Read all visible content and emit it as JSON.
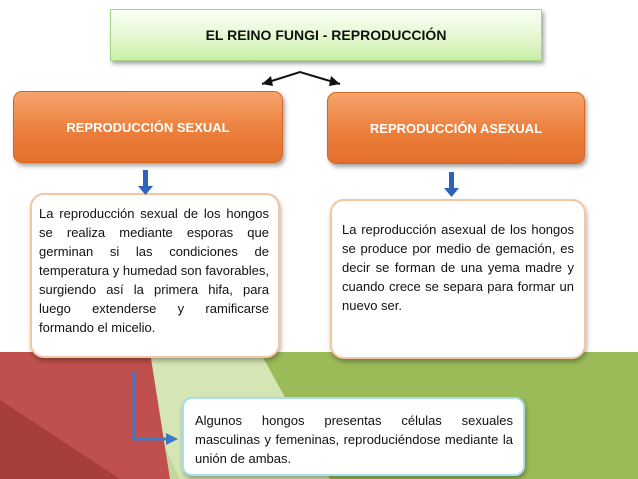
{
  "title": "EL REINO FUNGI - REPRODUCCIÓN",
  "sexual": {
    "heading": "REPRODUCCIÓN SEXUAL",
    "text": "La reproducción sexual de los hongos se realiza mediante esporas que germinan si las condiciones de temperatura y humedad son favorables, surgiendo así la primera hifa, para luego extenderse y ramificarse formando el micelio."
  },
  "asexual": {
    "heading": "REPRODUCCIÓN ASEXUAL",
    "text": "La reproducción asexual de los hongos se produce por medio de gemación, es decir se forman de una yema madre y cuando crece se separa para formar un nuevo ser."
  },
  "bottom_text": "Algunos hongos presentas células sexuales masculinas y femeninas, reproduciéndose mediante la unión de ambas.",
  "colors": {
    "title_fill": "#e3f7cf",
    "heading_fill": "#ec7f3c",
    "arrow": "#2d63b8",
    "bg_dark_red": "#c0504d",
    "bg_olive": "#9bbb59",
    "bg_light_green": "#c5d89b"
  }
}
